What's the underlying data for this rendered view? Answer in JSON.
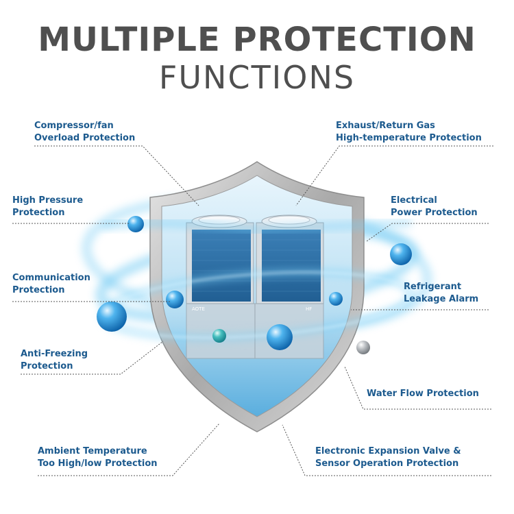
{
  "title": {
    "line1": "MULTIPLE PROTECTION",
    "line2": "FUNCTIONS"
  },
  "labels": {
    "compressor": [
      "Compressor/fan",
      "Overload Protection"
    ],
    "exhaust": [
      "Exhaust/Return Gas",
      "High-temperature Protection"
    ],
    "high_pressure": [
      "High Pressure",
      "Protection"
    ],
    "electrical": [
      "Electrical",
      "Power Protection"
    ],
    "communication": [
      "Communication",
      "Protection"
    ],
    "refrigerant": [
      "Refrigerant",
      "Leakage Alarm"
    ],
    "anti_freezing": [
      "Anti-Freezing",
      "Protection"
    ],
    "water_flow": [
      "Water Flow Protection"
    ],
    "ambient": [
      "Ambient Temperature",
      "Too High/low Protection"
    ],
    "expansion_valve": [
      "Electronic Expansion Valve &",
      "Sensor Operation Protection"
    ]
  },
  "unit": {
    "left_badge": "AOTE",
    "right_badge": "HF"
  },
  "colors": {
    "title": "#4f4f4f",
    "label": "#1c5a8e",
    "shield_fill": "#bfe3f5",
    "sphere": "#1a8fd6"
  }
}
